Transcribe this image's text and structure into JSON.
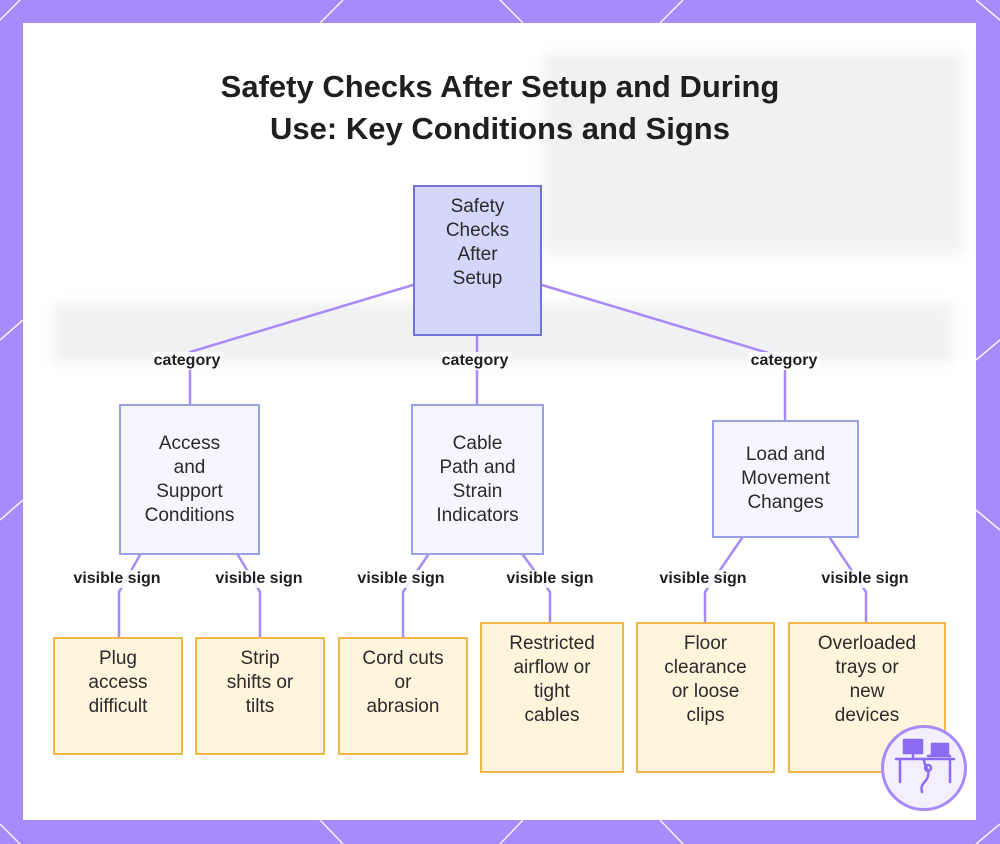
{
  "title": {
    "line1": "Safety Checks After Setup and During",
    "line2": "Use: Key Conditions and Signs"
  },
  "colors": {
    "frame": "#a78bfa",
    "root_fill": "#d4d6fb",
    "root_border": "#6f75d6",
    "category_fill": "#f5f6fe",
    "category_border": "#9aa0e6",
    "leaf_fill": "#fff4dc",
    "leaf_border": "#f0b84a",
    "edge": "#a78bfa"
  },
  "root": {
    "label": "Safety Checks\nAfter\nSetup"
  },
  "categories": [
    {
      "label": "Access\nand\nSupport\nConditions",
      "edge_label": "category"
    },
    {
      "label": "Cable\nPath and\nStrain\nIndicators",
      "edge_label": "category"
    },
    {
      "label": "Load and\nMovement\nChanges",
      "edge_label": "category"
    }
  ],
  "leaves": [
    {
      "label": "Plug\naccess\ndifficult",
      "edge_label": "visible sign"
    },
    {
      "label": "Strip\nshifts or\ntilts",
      "edge_label": "visible sign"
    },
    {
      "label": "Cord cuts\nor\nabrasion",
      "edge_label": "visible sign"
    },
    {
      "label": "Restricted\nairflow or\ntight\ncables",
      "edge_label": "visible sign"
    },
    {
      "label": "Floor\nclearance\nor loose\nclips",
      "edge_label": "visible sign"
    },
    {
      "label": "Overloaded\ntrays or\nnew\ndevices",
      "edge_label": "visible sign"
    }
  ],
  "logo": {
    "icon": "desk-computer-cable-icon"
  }
}
